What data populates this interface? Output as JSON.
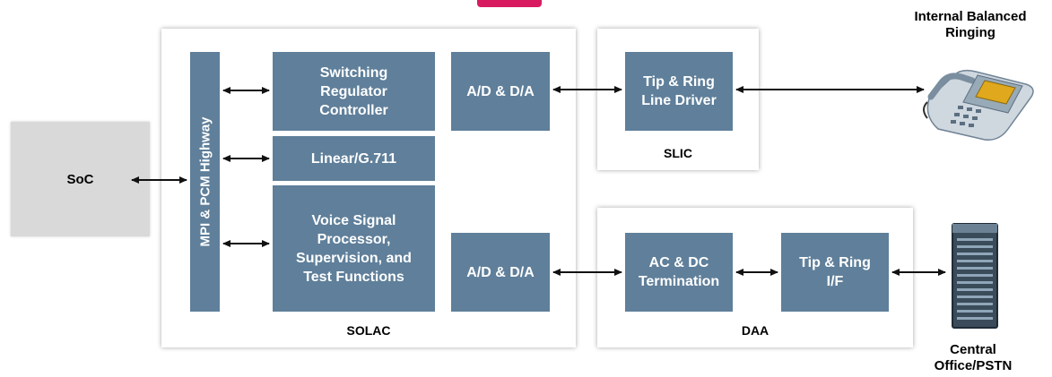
{
  "soc": {
    "label": "SoC"
  },
  "solac": {
    "caption": "SOLAC",
    "highway": "MPI & PCM Highway",
    "blocks": {
      "switching": "Switching\nRegulator\nController",
      "linear": "Linear/G.711",
      "voice": "Voice Signal\nProcessor,\nSupervision, and\nTest Functions",
      "ad_top": "A/D & D/A",
      "ad_bottom": "A/D & D/A"
    }
  },
  "slic": {
    "caption": "SLIC",
    "driver": "Tip & Ring\nLine Driver"
  },
  "daa": {
    "caption": "DAA",
    "termination": "AC & DC\nTermination",
    "interface": "Tip & Ring\nI/F"
  },
  "phone": {
    "label": "Internal Balanced\nRinging"
  },
  "central": {
    "label": "Central\nOffice/PSTN"
  },
  "colors": {
    "block": "#5f7f9a",
    "soc": "#d9d9d9",
    "accent": "#d81b60"
  },
  "icons": [
    "telephone-icon",
    "server-rack-icon"
  ]
}
